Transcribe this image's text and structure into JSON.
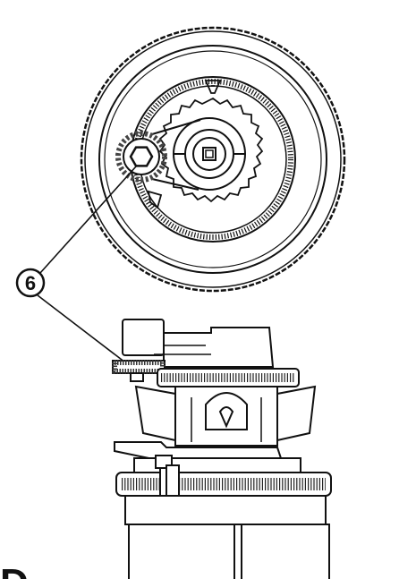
{
  "callout": {
    "number": "6"
  },
  "corner_fragment": {
    "text": "D"
  },
  "colors": {
    "line": "#111111",
    "background": "#ffffff",
    "gear_fill": "#444444"
  },
  "views": [
    "top-view",
    "side-view"
  ]
}
